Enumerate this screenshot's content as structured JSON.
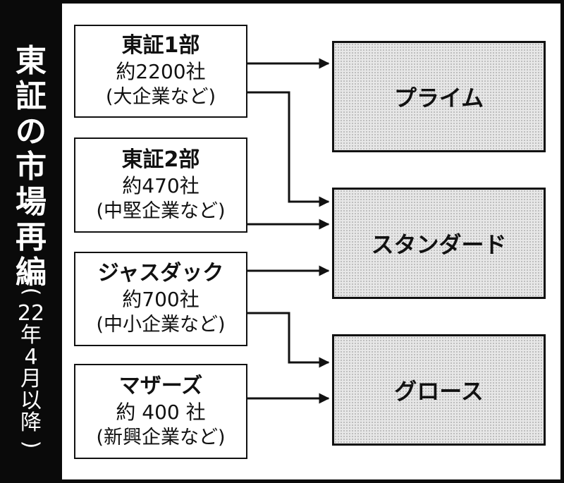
{
  "title": {
    "main": [
      "東",
      "証",
      "の",
      "市",
      "場",
      "再",
      "編"
    ],
    "sub": [
      "(",
      "22",
      "年",
      "4",
      "月",
      "以",
      "降",
      ")"
    ]
  },
  "current_markets": [
    {
      "name": "東証1部",
      "count": "約2200社",
      "desc": "(大企業など)"
    },
    {
      "name": "東証2部",
      "count": "約470社",
      "desc": "(中堅企業など)"
    },
    {
      "name": "ジャスダック",
      "count": "約700社",
      "desc": "(中小企業など)"
    },
    {
      "name": "マザーズ",
      "count": "約 400 社",
      "desc": "(新興企業など)"
    }
  ],
  "new_markets": [
    {
      "name": "プライム"
    },
    {
      "name": "スタンダード"
    },
    {
      "name": "グロース"
    }
  ],
  "colors": {
    "frame": "#0a0a0a",
    "new_market_fill": "#e7e7e7",
    "line": "#111111"
  }
}
